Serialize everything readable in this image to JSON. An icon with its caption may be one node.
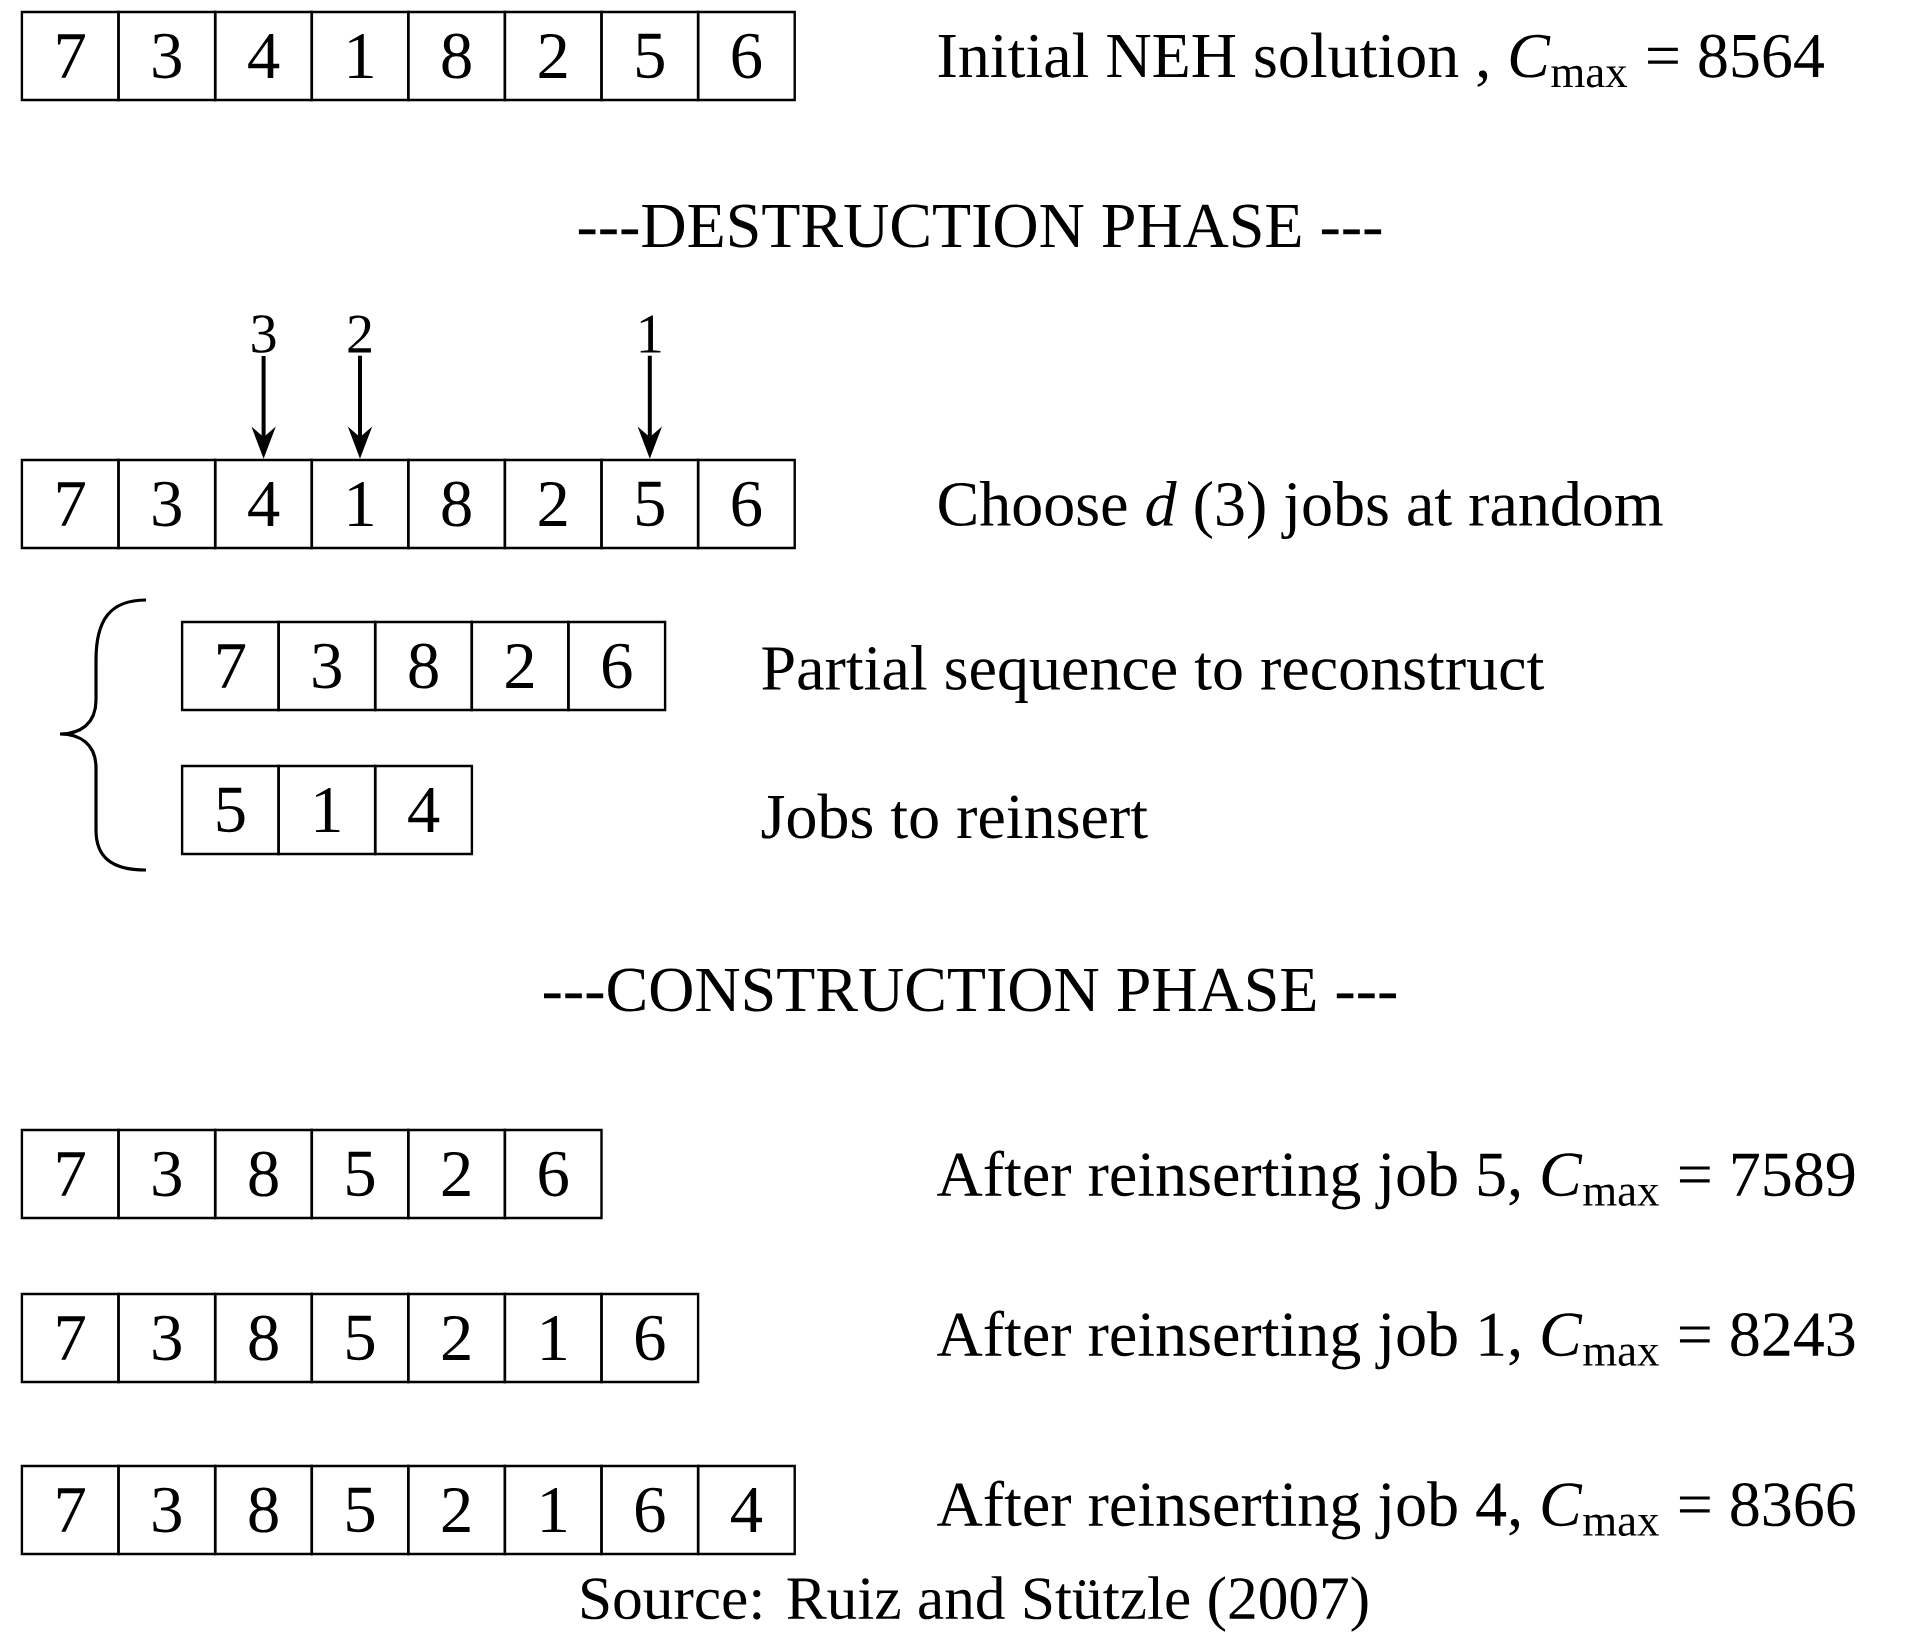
{
  "diagram": {
    "nodes": [
      {
        "text": [
          "7"
        ]
      },
      {
        "text": [
          "3"
        ]
      },
      {
        "text": [
          "4"
        ]
      },
      {
        "text": [
          "1"
        ]
      },
      {
        "text": [
          "8"
        ]
      },
      {
        "text": [
          "2"
        ]
      },
      {
        "text": [
          "5"
        ]
      },
      {
        "text": [
          "6"
        ]
      },
      {
        "text": [
          "3"
        ]
      },
      {
        "text": [
          "2"
        ]
      },
      {
        "text": [
          "1"
        ]
      },
      {
        "text": [
          "7"
        ]
      },
      {
        "text": [
          "3"
        ]
      },
      {
        "text": [
          "4"
        ]
      },
      {
        "text": [
          "1"
        ]
      },
      {
        "text": [
          "8"
        ]
      },
      {
        "text": [
          "2"
        ]
      },
      {
        "text": [
          "5"
        ]
      },
      {
        "text": [
          "6"
        ]
      },
      {
        "text": [
          "7"
        ]
      },
      {
        "text": [
          "3"
        ]
      },
      {
        "text": [
          "8"
        ]
      },
      {
        "text": [
          "2"
        ]
      },
      {
        "text": [
          "6"
        ]
      },
      {
        "text": [
          "5"
        ]
      },
      {
        "text": [
          "1"
        ]
      },
      {
        "text": [
          "4"
        ]
      },
      {
        "text": [
          "7"
        ]
      },
      {
        "text": [
          "3"
        ]
      },
      {
        "text": [
          "8"
        ]
      },
      {
        "text": [
          "5"
        ]
      },
      {
        "text": [
          "2"
        ]
      },
      {
        "text": [
          "6"
        ]
      },
      {
        "text": [
          "7"
        ]
      },
      {
        "text": [
          "3"
        ]
      },
      {
        "text": [
          "8"
        ]
      },
      {
        "text": [
          "5"
        ]
      },
      {
        "text": [
          "2"
        ]
      },
      {
        "text": [
          "1"
        ]
      },
      {
        "text": [
          "6"
        ]
      },
      {
        "text": [
          "7"
        ]
      },
      {
        "text": [
          "3"
        ]
      },
      {
        "text": [
          "8"
        ]
      },
      {
        "text": [
          "5"
        ]
      },
      {
        "text": [
          "2"
        ]
      },
      {
        "text": [
          "1"
        ]
      },
      {
        "text": [
          "6"
        ]
      },
      {
        "text": [
          "4"
        ]
      }
    ],
    "edges": [
      {
        "from": 8,
        "to": 13,
        "arrow": "to"
      },
      {
        "from": 9,
        "to": 14,
        "arrow": "to"
      },
      {
        "from": 10,
        "to": 17,
        "arrow": "to"
      }
    ],
    "labels": [
      "Initial NEH solution , *C*$_{max}$ = 8564",
      "---DESTRUCTION PHASE ---",
      "Choose *d* (3) jobs at random",
      "Partial sequence to reconstruct",
      "Jobs to reinsert",
      "---CONSTRUCTION PHASE ---",
      "After reinserting job 5, *C*$_{max}$ = 7589",
      "After reinserting job 1, *C*$_{max}$ = 8243",
      "After reinserting job 4, *C*$_{max}$ = 8366"
    ],
    "caption": "Source: Ruiz and Stützle (2007)"
  }
}
